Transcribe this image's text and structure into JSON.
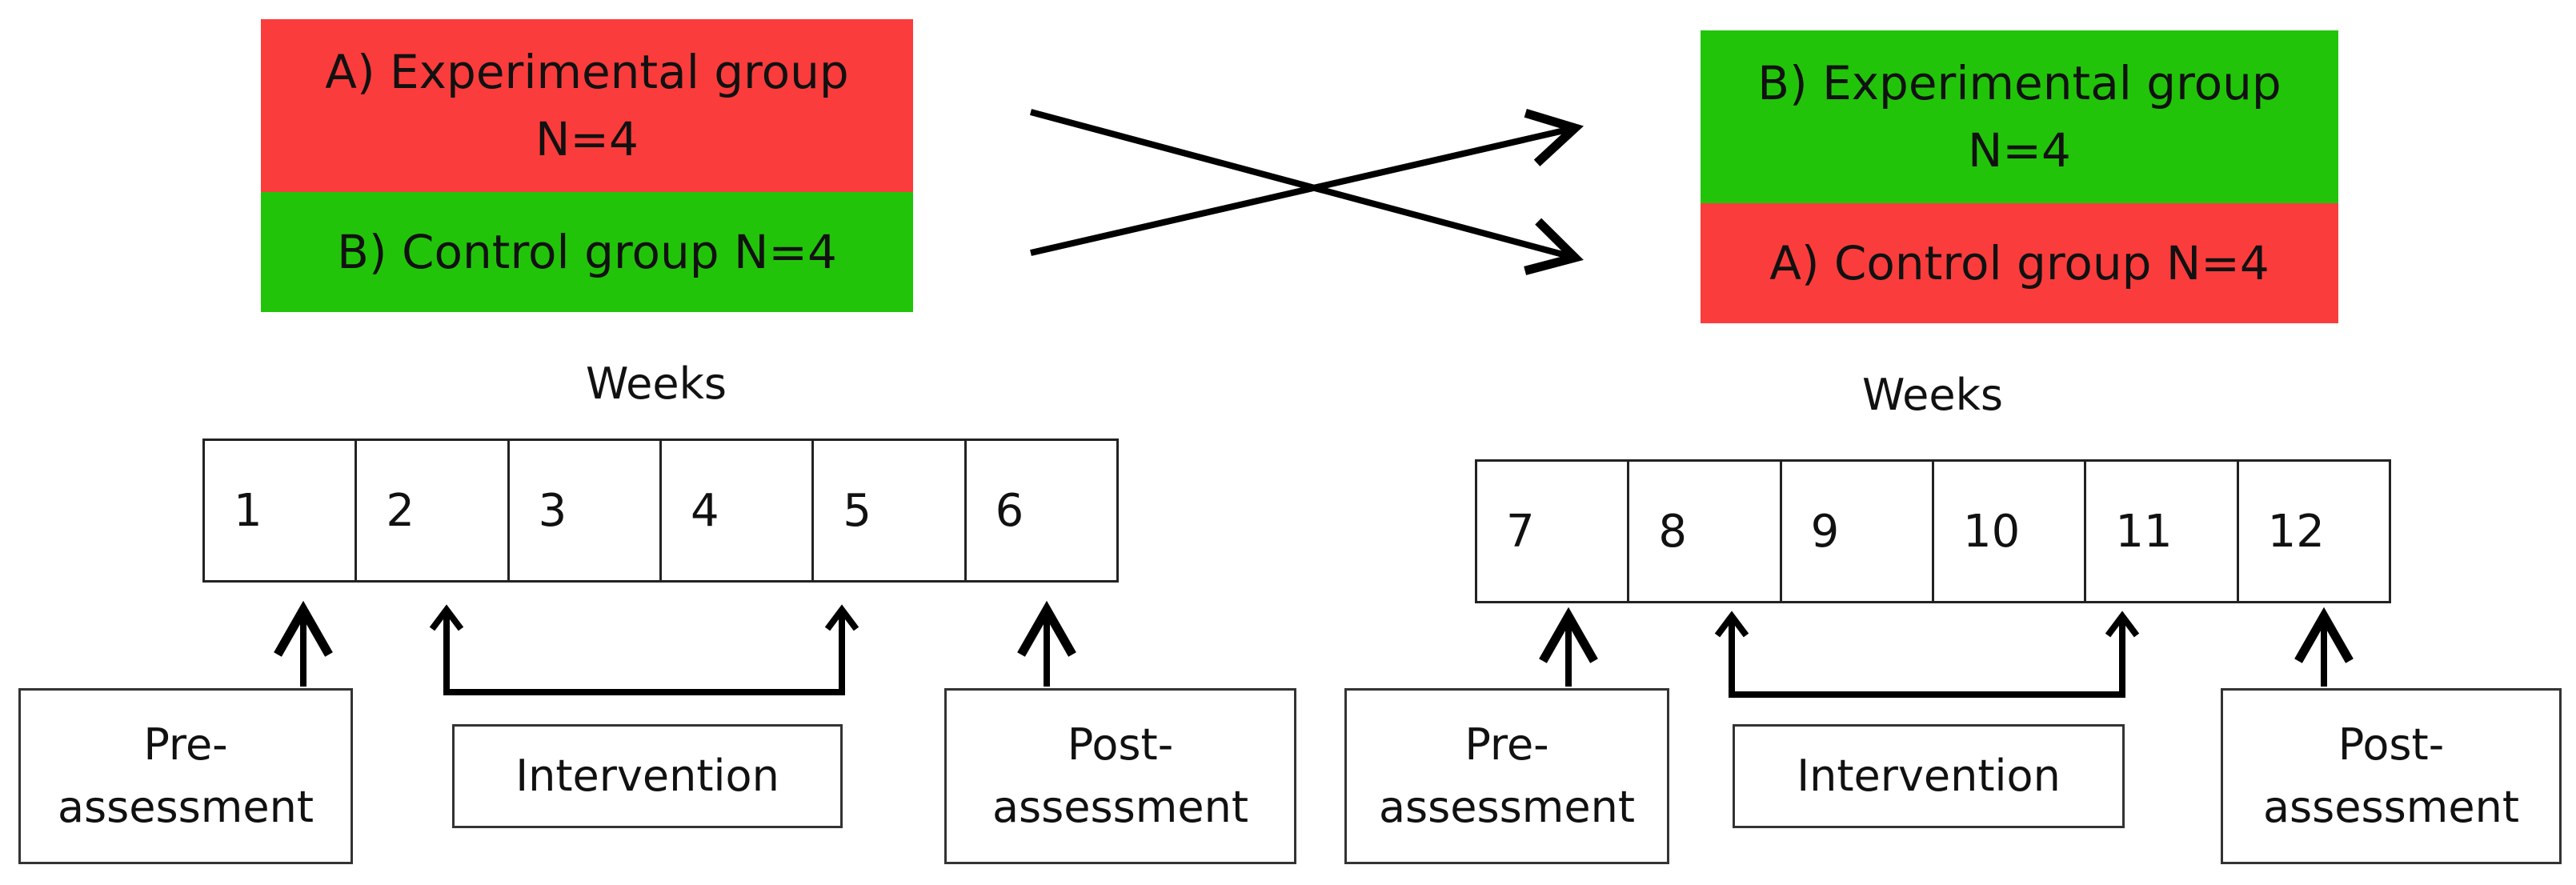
{
  "phase1": {
    "top_group": "A) Experimental group\nN=4",
    "bottom_group": "B) Control group N=4",
    "weeks_title": "Weeks",
    "weeks": [
      "1",
      "2",
      "3",
      "4",
      "5",
      "6"
    ],
    "pre_label": "Pre-\nassessment",
    "intervention_label": "Intervention",
    "post_label": "Post-\nassessment"
  },
  "phase2": {
    "top_group": "B) Experimental group\nN=4",
    "bottom_group": "A) Control group N=4",
    "weeks_title": "Weeks",
    "weeks": [
      "7",
      "8",
      "9",
      "10",
      "11",
      "12"
    ],
    "pre_label": "Pre-\nassessment",
    "intervention_label": "Intervention",
    "post_label": "Post-\nassessment"
  },
  "colors": {
    "experimental_phase1": "#fb3c3c",
    "control_phase1": "#22c40a",
    "experimental_phase2": "#22c40a",
    "control_phase2": "#fb3c3c"
  }
}
